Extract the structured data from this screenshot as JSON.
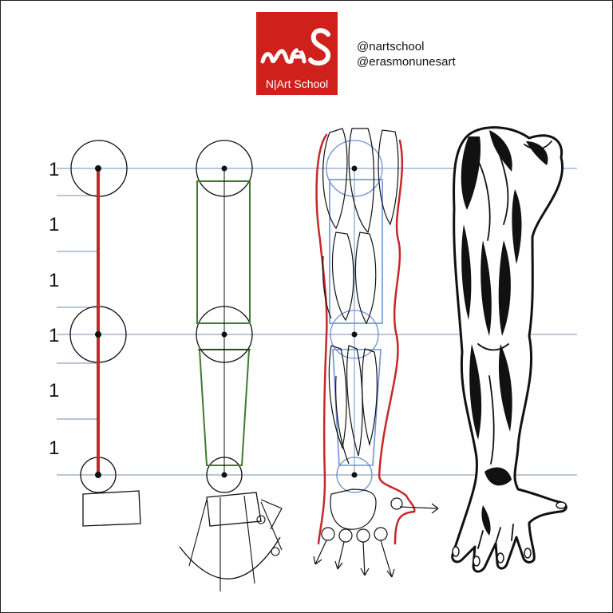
{
  "logo": {
    "brand": "N|Art School",
    "monogram": "NAS",
    "colors": {
      "background": "#d0201c",
      "text": "#ffffff"
    }
  },
  "credits": {
    "handle_1": "@nartschool",
    "handle_2": "@erasmonunesart"
  },
  "proportion_scale": {
    "unit_labels": [
      "1",
      "1",
      "1",
      "1",
      "1",
      "1"
    ]
  },
  "colors": {
    "guide_line": "#8fa3c8",
    "bone_line": "#c62828",
    "box_outline": "#3f7a2e",
    "blue_construction": "#6e8fd6",
    "ink": "#111111"
  },
  "stages": [
    "skeleton-line",
    "box-construction",
    "muscle-construction",
    "inked-arm"
  ]
}
